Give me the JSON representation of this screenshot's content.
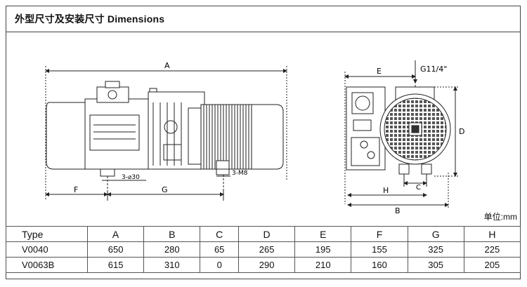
{
  "header": {
    "title": "外型尺寸及安装尺寸 Dimensions"
  },
  "drawing": {
    "labels": {
      "A": "A",
      "B": "B",
      "C": "C",
      "D": "D",
      "E": "E",
      "F": "F",
      "G": "G",
      "H": "H",
      "holes": "3-⌀30",
      "thread": "3-M8",
      "port": "G11/4\""
    }
  },
  "unit_label": "单位:mm",
  "table": {
    "headers": [
      "Type",
      "A",
      "B",
      "C",
      "D",
      "E",
      "F",
      "G",
      "H"
    ],
    "rows": [
      [
        "V0040",
        "650",
        "280",
        "65",
        "265",
        "195",
        "155",
        "325",
        "225"
      ],
      [
        "V0063B",
        "615",
        "310",
        "0",
        "290",
        "210",
        "160",
        "305",
        "205"
      ]
    ]
  }
}
